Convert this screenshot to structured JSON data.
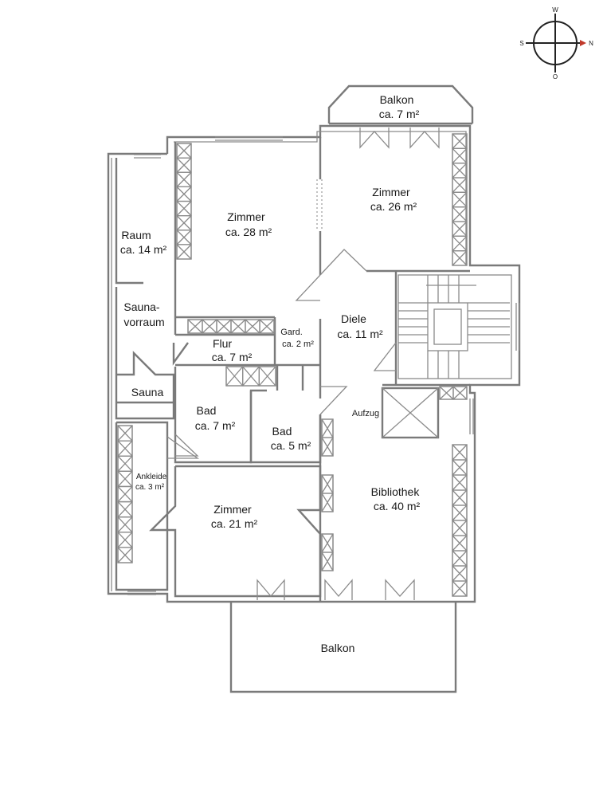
{
  "compass": {
    "top": "W",
    "left": "S",
    "right": "N",
    "bottom": "O"
  },
  "rooms": {
    "balkon_top": {
      "name": "Balkon",
      "area": "ca. 7 m²"
    },
    "zimmer_28": {
      "name": "Zimmer",
      "area": "ca. 28 m²"
    },
    "zimmer_26": {
      "name": "Zimmer",
      "area": "ca. 26 m²"
    },
    "raum": {
      "name": "Raum",
      "area": "ca. 14 m²"
    },
    "saunavorraum": {
      "name": "Sauna-",
      "area": "vorraum"
    },
    "gard": {
      "name": "Gard.",
      "area": "ca. 2 m²"
    },
    "diele": {
      "name": "Diele",
      "area": "ca. 11 m²"
    },
    "flur": {
      "name": "Flur",
      "area": "ca. 7 m²"
    },
    "sauna": {
      "name": "Sauna"
    },
    "bad_7": {
      "name": "Bad",
      "area": "ca. 7 m²"
    },
    "bad_5": {
      "name": "Bad",
      "area": "ca. 5 m²"
    },
    "aufzug": {
      "name": "Aufzug"
    },
    "ankleide": {
      "name": "Ankleide",
      "area": "ca. 3 m²"
    },
    "zimmer_21": {
      "name": "Zimmer",
      "area": "ca. 21 m²"
    },
    "bibliothek": {
      "name": "Bibliothek",
      "area": "ca. 40 m²"
    },
    "balkon_bottom": {
      "name": "Balkon"
    }
  },
  "colors": {
    "walls": "#7a7a7a",
    "text": "#1a1a1a",
    "compass_arrow": "#c0392b"
  }
}
